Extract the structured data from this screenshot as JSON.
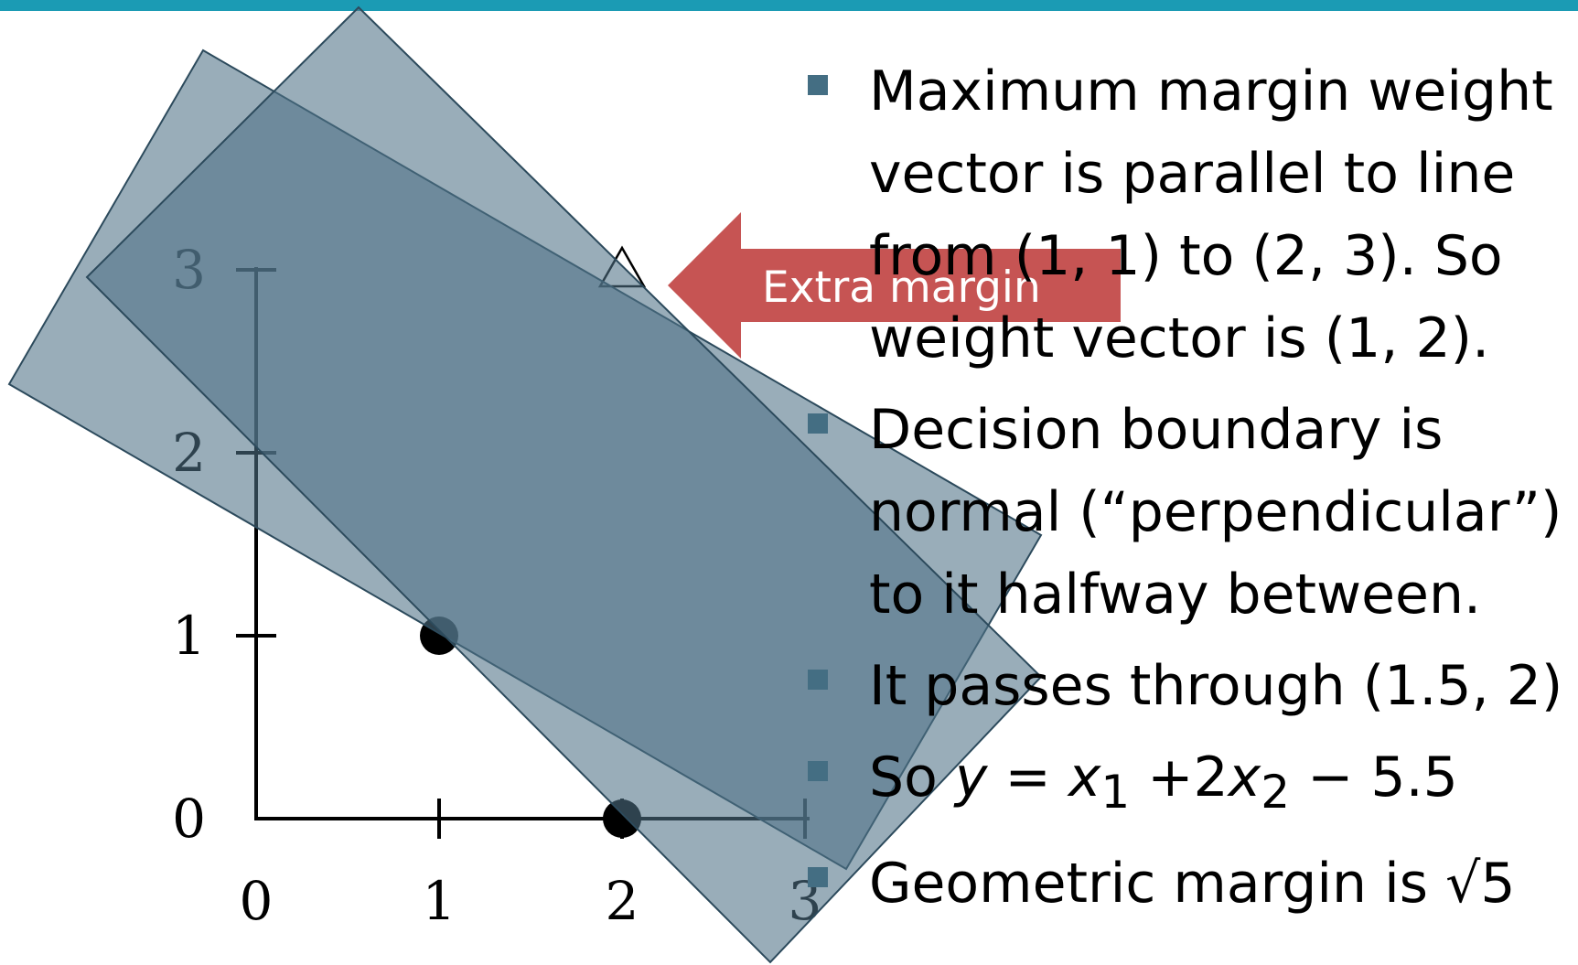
{
  "diagram": {
    "axes": {
      "x_ticks": [
        "0",
        "1",
        "2",
        "3"
      ],
      "y_ticks": [
        "0",
        "1",
        "2",
        "3"
      ]
    },
    "points": [
      {
        "shape": "circle",
        "x": 1,
        "y": 1
      },
      {
        "shape": "circle",
        "x": 2,
        "y": 0
      },
      {
        "shape": "triangle",
        "x": 2,
        "y": 3
      }
    ],
    "callout": {
      "label": "Extra margin",
      "color": "#c65453"
    },
    "panel_color": "#4f7186"
  },
  "bullets": [
    {
      "html": "Maximum margin weight vector is parallel to line from (1, 1) to (2, 3). So weight vector is (1, 2)."
    },
    {
      "html": "Decision boundary is normal (“perpendicular”) to it halfway between."
    },
    {
      "html": "It passes through (1.5, 2)"
    },
    {
      "html": "So <i>y</i> = <i>x</i><sub>1</sub> +2<i>x</i><sub>2</sub> − 5.5"
    },
    {
      "html": "Geometric margin is √5"
    }
  ],
  "accent_color": "#1b9bb4",
  "bullet_color": "#446e83"
}
